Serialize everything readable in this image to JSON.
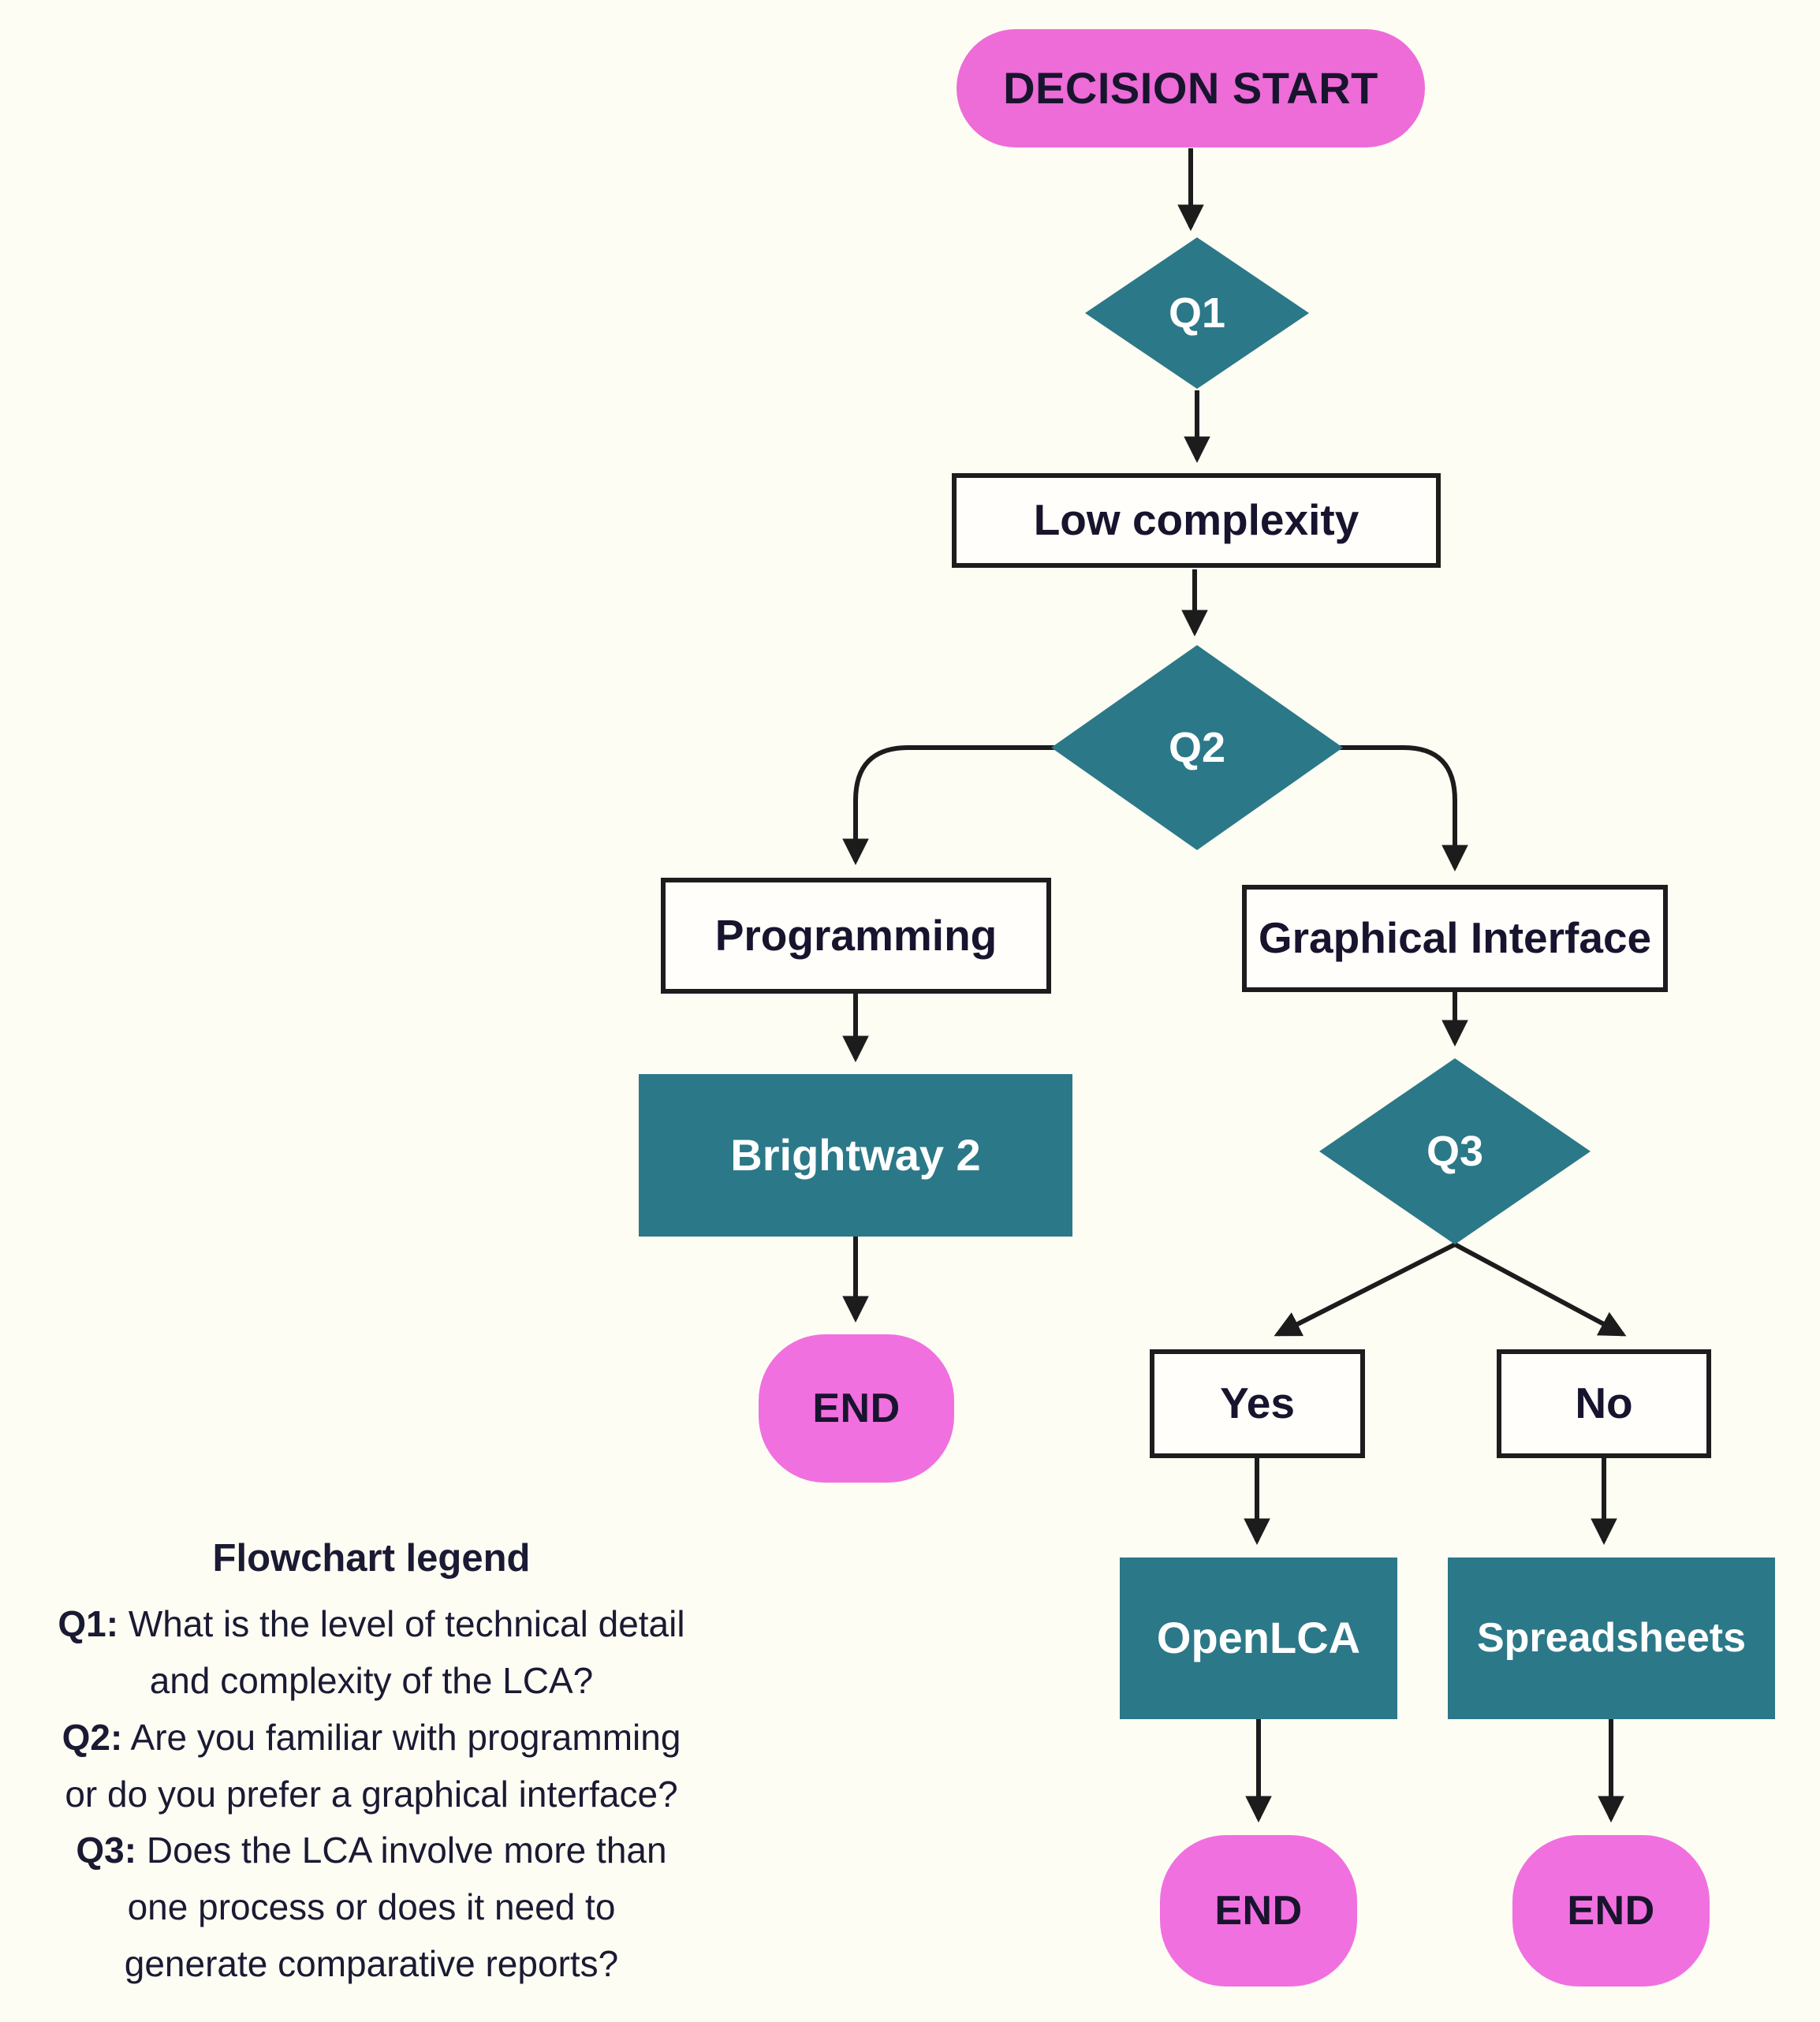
{
  "colors": {
    "background": "#fdfdf4",
    "start_pink": "#ed6cd7",
    "end_pink": "#f170df",
    "teal": "#2b7888",
    "line": "#1c1c1c",
    "dark_text": "#18142e",
    "light_text": "#ffffff"
  },
  "nodes": {
    "start": {
      "label": "DECISION START",
      "shape": "pill"
    },
    "q1": {
      "label": "Q1",
      "shape": "diamond"
    },
    "low_complexity": {
      "label": "Low complexity",
      "shape": "rect"
    },
    "q2": {
      "label": "Q2",
      "shape": "diamond"
    },
    "programming": {
      "label": "Programming",
      "shape": "rect"
    },
    "graphical_interface": {
      "label": "Graphical Interface",
      "shape": "rect"
    },
    "brightway": {
      "label": "Brightway 2",
      "shape": "rect-filled"
    },
    "q3": {
      "label": "Q3",
      "shape": "diamond"
    },
    "yes": {
      "label": "Yes",
      "shape": "rect"
    },
    "no": {
      "label": "No",
      "shape": "rect"
    },
    "openlca": {
      "label": "OpenLCA",
      "shape": "rect-filled"
    },
    "spreadsheets": {
      "label": "Spreadsheets",
      "shape": "rect-filled"
    },
    "end_brightway": {
      "label": "END",
      "shape": "pill"
    },
    "end_openlca": {
      "label": "END",
      "shape": "pill"
    },
    "end_spreadsheets": {
      "label": "END",
      "shape": "pill"
    }
  },
  "legend": {
    "title": "Flowchart legend",
    "lines": [
      {
        "bold": "Q1:",
        "rest": " What is the level of technical detail"
      },
      {
        "bold": "",
        "rest": "and complexity of the LCA?"
      },
      {
        "bold": "Q2:",
        "rest": " Are you familiar with programming"
      },
      {
        "bold": "",
        "rest": "or do you prefer a graphical interface?"
      },
      {
        "bold": "Q3:",
        "rest": " Does the LCA involve more than"
      },
      {
        "bold": "",
        "rest": "one process or does it need to"
      },
      {
        "bold": "",
        "rest": "generate comparative reports?"
      }
    ]
  }
}
